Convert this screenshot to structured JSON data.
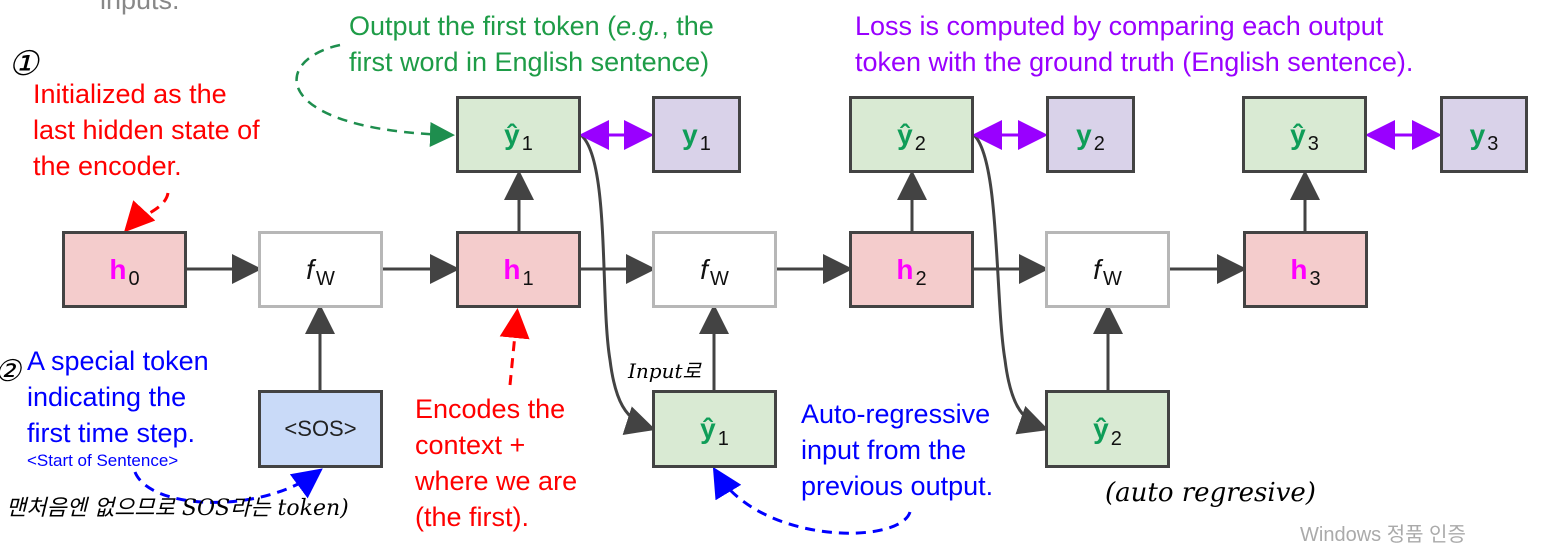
{
  "top_cut_text": "inputs.",
  "annotations": {
    "output_first": {
      "line1_a": "Output the first token (",
      "line1_em": "e.g.",
      "line1_b": ", the",
      "line2": "first word in English sentence)"
    },
    "loss": [
      "Loss is computed by comparing each output",
      "token with the ground truth (English sentence)."
    ],
    "initialized": [
      "Initialized as the",
      "last hidden state of",
      "the encoder."
    ],
    "special_token": [
      "A special token",
      "indicating the",
      "first time step."
    ],
    "start_of_sentence": "<Start of Sentence>",
    "encodes": [
      "Encodes the",
      "context +",
      "where we are",
      "(the first)."
    ],
    "auto_regressive": [
      "Auto-regressive",
      "input from the",
      "previous output."
    ]
  },
  "handwriting": {
    "circle1": "①",
    "circle2": "②",
    "korean_note": "맨처음엔 없으므로 SOS라는 token)",
    "input_note": "Input로",
    "auto_note": "(auto regresive)"
  },
  "watermark": "Windows 정품 인증",
  "nodes": {
    "h": [
      {
        "sym": "h",
        "sub": "0"
      },
      {
        "sym": "h",
        "sub": "1"
      },
      {
        "sym": "h",
        "sub": "2"
      },
      {
        "sym": "h",
        "sub": "3"
      }
    ],
    "f": {
      "sym": "f",
      "sub": "W"
    },
    "yhat": [
      {
        "sym": "ŷ",
        "sub": "1"
      },
      {
        "sym": "ŷ",
        "sub": "2"
      },
      {
        "sym": "ŷ",
        "sub": "3"
      }
    ],
    "y": [
      {
        "sym": "y",
        "sub": "1"
      },
      {
        "sym": "y",
        "sub": "2"
      },
      {
        "sym": "y",
        "sub": "3"
      }
    ],
    "sos": "<SOS>",
    "yhat_input": [
      {
        "sym": "ŷ",
        "sub": "1"
      },
      {
        "sym": "ŷ",
        "sub": "2"
      }
    ]
  },
  "colors": {
    "hidden": "#f4cccc",
    "output": "#d9ead3",
    "truth": "#d9d2e9",
    "sos": "#c9daf8",
    "red": "#ff0000",
    "blue": "#0000ff",
    "green": "#0f9d58",
    "purple": "#9900ff"
  }
}
